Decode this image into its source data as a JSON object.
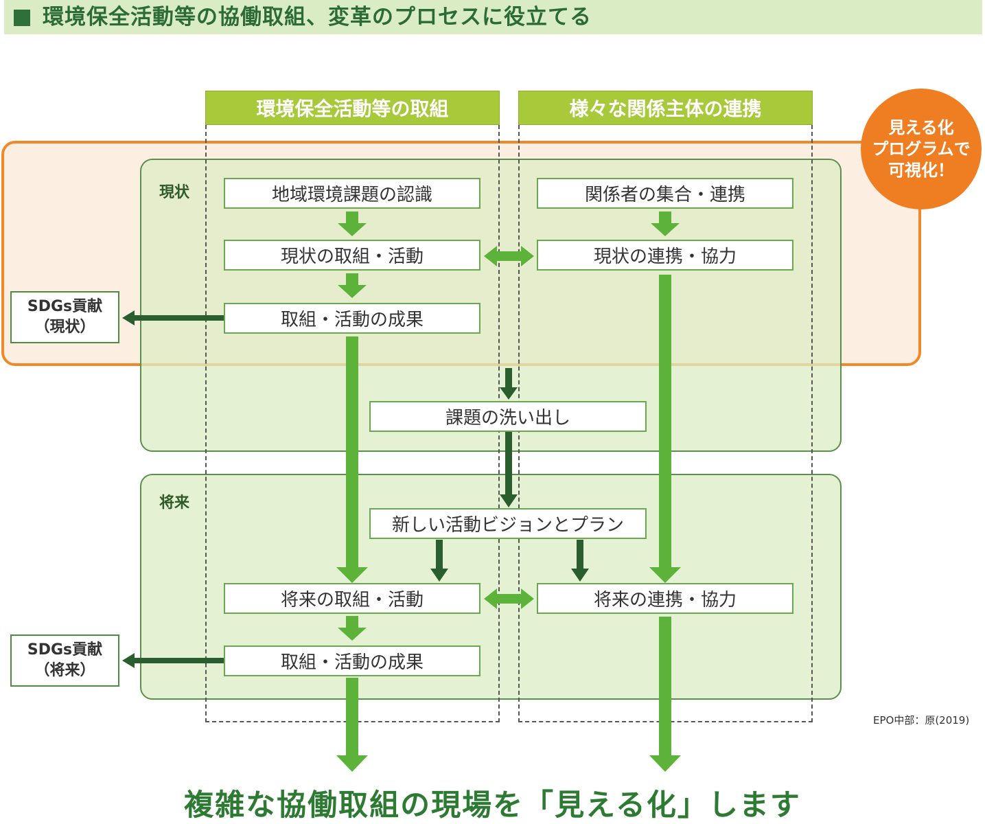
{
  "header": {
    "title": "環境保全活動等の協働取組、変革のプロセスに役立てる"
  },
  "columns": {
    "left": "環境保全活動等の取組",
    "right": "様々な関係主体の連携"
  },
  "badge": {
    "line1": "見える化",
    "line2": "プログラムで",
    "line3": "可視化！"
  },
  "current": {
    "label": "現状",
    "recognition": "地域環境課題の認識",
    "gathering": "関係者の集合・連携",
    "activities": "現状の取組・活動",
    "cooperation": "現状の連携・協力",
    "results": "取組・活動の成果",
    "sdg_line1": "SDGs貢献",
    "sdg_line2": "（現状）"
  },
  "issues": "課題の洗い出し",
  "future": {
    "label": "将来",
    "vision": "新しい活動ビジョンとプラン",
    "activities": "将来の取組・活動",
    "cooperation": "将来の連携・協力",
    "results": "取組・活動の成果",
    "sdg_line1": "SDGs貢献",
    "sdg_line2": "（将来）"
  },
  "source": "EPO中部：原(2019)",
  "bottom_text": "複雑な協働取組の現場を「見える化」します",
  "colors": {
    "light_green_arrow": "#5db33a",
    "dark_green_arrow": "#2b5e2e",
    "orange": "#ef7e23",
    "header_green": "#a8c93a"
  }
}
